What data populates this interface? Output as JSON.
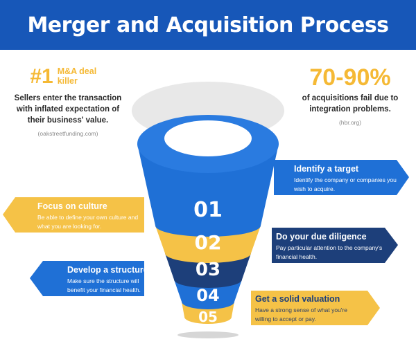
{
  "title": "Merger and Acquisition Process",
  "colors": {
    "header_blue": "#1757b8",
    "blue": "#1f70d6",
    "yellow": "#f5c247",
    "navy": "#1d3f7a",
    "stat_yellow": "#f5b935"
  },
  "stat_left": {
    "number": "#1",
    "label": "M&A deal killer",
    "description": "Sellers enter the transaction with inflated expectation of their business' value.",
    "source": "(oakstreetfunding.com)"
  },
  "stat_right": {
    "number": "70-90%",
    "description": "of acquisitions fail due to integration problems.",
    "source": "(hbr.org)"
  },
  "steps": [
    {
      "number": "01",
      "title": "Identify a target",
      "description": "Identify the company or companies you wish to acquire."
    },
    {
      "number": "02",
      "title": "Focus on culture",
      "description": "Be able to define your own culture and what you are looking for."
    },
    {
      "number": "03",
      "title": "Do your due diligence",
      "description": "Pay particular attention to the company's financial health."
    },
    {
      "number": "04",
      "title": "Develop a structure",
      "description": "Make sure the structure will benefit your financial health."
    },
    {
      "number": "05",
      "title": "Get a solid valuation",
      "description": "Have a strong sense of what you're willing to accept or pay."
    }
  ]
}
